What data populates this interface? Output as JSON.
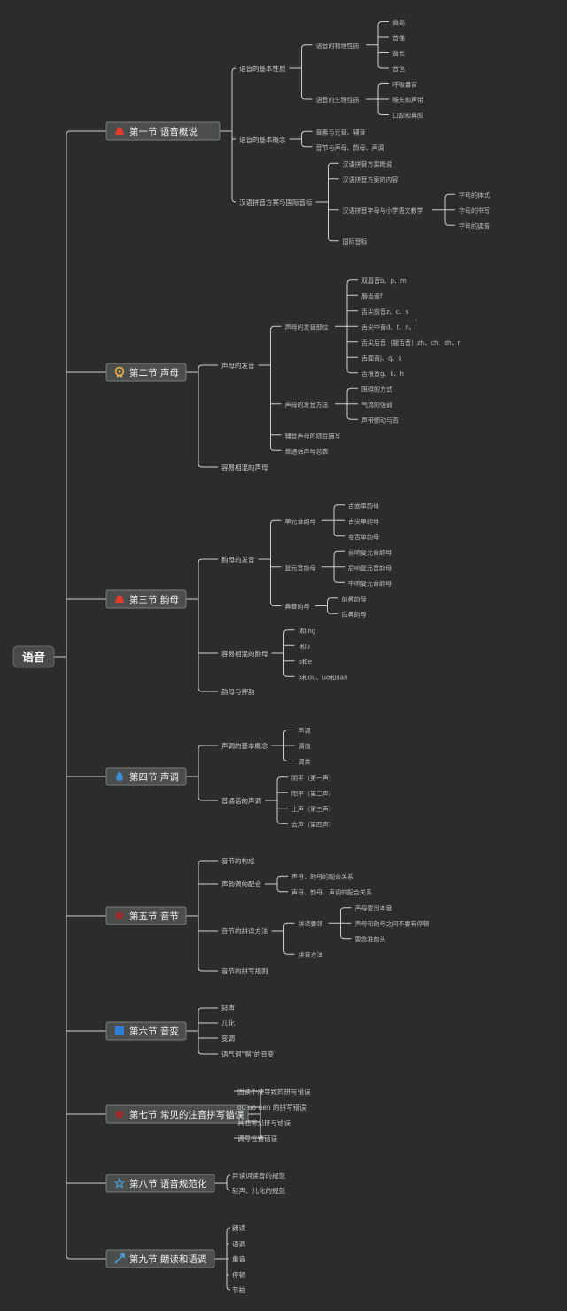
{
  "root": "语音",
  "sections": [
    {
      "label": "第一节 语音概说",
      "icon": "flag-icon",
      "icon_color": "#e23b2e",
      "children": [
        {
          "label": "语音的基本性质",
          "children": [
            {
              "label": "语音的物理性质",
              "children": [
                {
                  "label": "音高"
                },
                {
                  "label": "音强"
                },
                {
                  "label": "音长"
                },
                {
                  "label": "音色"
                }
              ]
            },
            {
              "label": "语音的生理性质",
              "children": [
                {
                  "label": "呼吸器官"
                },
                {
                  "label": "喉头和声带"
                },
                {
                  "label": "口腔和鼻腔"
                }
              ]
            }
          ]
        },
        {
          "label": "语音的基本概念",
          "children": [
            {
              "label": "音素与元音、辅音"
            },
            {
              "label": "音节与声母、韵母、声调"
            }
          ]
        },
        {
          "label": "汉语拼音方案与国际音标",
          "children": [
            {
              "label": "汉语拼音方案概说"
            },
            {
              "label": "汉语拼音方案的内容"
            },
            {
              "label": "汉语拼音字母与小学语文教学",
              "children": [
                {
                  "label": "字母的体式"
                },
                {
                  "label": "字母的书写"
                },
                {
                  "label": "字母的读音"
                }
              ]
            },
            {
              "label": "国际音标"
            }
          ]
        }
      ]
    },
    {
      "label": "第二节 声母",
      "icon": "medal-icon",
      "icon_color": "#e8b44a",
      "children": [
        {
          "label": "声母的发音",
          "children": [
            {
              "label": "声母的发音部位",
              "children": [
                {
                  "label": "双唇音b、p、m"
                },
                {
                  "label": "唇齿音f"
                },
                {
                  "label": "舌尖前音z、c、s"
                },
                {
                  "label": "舌尖中音d、t、n、l"
                },
                {
                  "label": "舌尖后音（翘舌音）zh、ch、sh、r"
                },
                {
                  "label": "舌面音j、q、x"
                },
                {
                  "label": "舌根音g、k、h"
                }
              ]
            },
            {
              "label": "声母的发音方法",
              "children": [
                {
                  "label": "阻碍的方式"
                },
                {
                  "label": "气流的强弱"
                },
                {
                  "label": "声带颤动与否"
                }
              ]
            },
            {
              "label": "辅音声母的综合描写"
            },
            {
              "label": "普通话声母总表"
            }
          ]
        },
        {
          "label": "容易相混的声母"
        }
      ]
    },
    {
      "label": "第三节 韵母",
      "icon": "flag-icon",
      "icon_color": "#e23b2e",
      "children": [
        {
          "label": "韵母的发音",
          "children": [
            {
              "label": "单元音韵母",
              "children": [
                {
                  "label": "舌面单韵母"
                },
                {
                  "label": "舌尖单韵母"
                },
                {
                  "label": "卷舌单韵母"
                }
              ]
            },
            {
              "label": "复元音韵母",
              "children": [
                {
                  "label": "前响复元音韵母"
                },
                {
                  "label": "后响复元音韵母"
                },
                {
                  "label": "中响复元音韵母"
                }
              ]
            },
            {
              "label": "鼻音韵母",
              "children": [
                {
                  "label": "前鼻韵母"
                },
                {
                  "label": "后鼻韵母"
                }
              ]
            }
          ]
        },
        {
          "label": "容易相混的韵母",
          "children": [
            {
              "label": "i和ing"
            },
            {
              "label": "i和u"
            },
            {
              "label": "o和e"
            },
            {
              "label": "o和ou、uo和uan"
            }
          ]
        },
        {
          "label": "韵母与押韵"
        }
      ]
    },
    {
      "label": "第四节 声调",
      "icon": "flame-icon",
      "icon_color": "#3a8fd9",
      "children": [
        {
          "label": "声调的基本概念",
          "children": [
            {
              "label": "声调"
            },
            {
              "label": "调值"
            },
            {
              "label": "调类"
            }
          ]
        },
        {
          "label": "普通话的声调",
          "children": [
            {
              "label": "阴平（第一声）"
            },
            {
              "label": "阳平（第二声）"
            },
            {
              "label": "上声（第三声）"
            },
            {
              "label": "去声（第四声）"
            }
          ]
        }
      ]
    },
    {
      "label": "第五节 音节",
      "icon": "dot-icon",
      "icon_color": "#9b2a2a",
      "children": [
        {
          "label": "音节的构成"
        },
        {
          "label": "声韵调的配合",
          "children": [
            {
              "label": "声母、韵母的配合关系"
            },
            {
              "label": "声母、韵母、声调的配合关系"
            }
          ]
        },
        {
          "label": "音节的拼读方法",
          "children": [
            {
              "label": "拼读要领",
              "children": [
                {
                  "label": "声母要用本音"
                },
                {
                  "label": "声母和韵母之间不要有停顿"
                },
                {
                  "label": "要念准韵头"
                }
              ]
            },
            {
              "label": "拼音方法"
            }
          ]
        },
        {
          "label": "音节的拼写规则"
        }
      ]
    },
    {
      "label": "第六节 音变",
      "icon": "square-icon",
      "icon_color": "#2f7fd6",
      "children": [
        {
          "label": "轻声"
        },
        {
          "label": "儿化"
        },
        {
          "label": "变调"
        },
        {
          "label": "语气词\"啊\"的音变"
        }
      ]
    },
    {
      "label": "第七节 常见的注音拼写错误",
      "icon": "dot-icon",
      "icon_color": "#9b2a2a",
      "children": [
        {
          "label": "因读不准导致的拼写错误"
        },
        {
          "label": "ou uo uen 的拼写错误"
        },
        {
          "label": "其他常见拼写错误"
        },
        {
          "label": "调号位置错误"
        }
      ]
    },
    {
      "label": "第八节 语音规范化",
      "icon": "star-icon",
      "icon_color": "#4aa3df",
      "children": [
        {
          "label": "异读词读音的规范"
        },
        {
          "label": "轻声、儿化的规范"
        }
      ]
    },
    {
      "label": "第九节 朗读和语调",
      "icon": "arrow-icon",
      "icon_color": "#4aa3df",
      "children": [
        {
          "label": "朗读"
        },
        {
          "label": "语调"
        },
        {
          "label": "重音"
        },
        {
          "label": "停顿"
        },
        {
          "label": "节拍"
        }
      ]
    }
  ]
}
